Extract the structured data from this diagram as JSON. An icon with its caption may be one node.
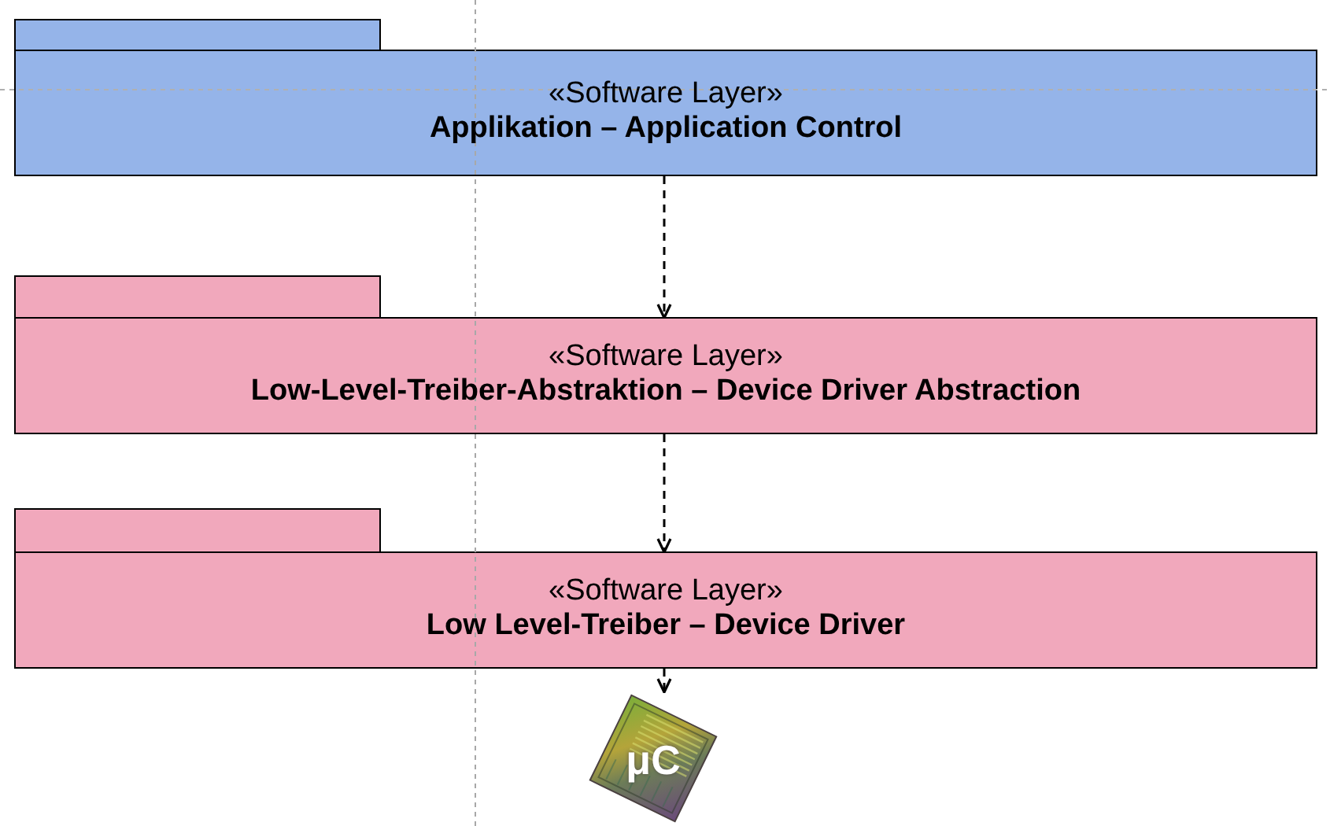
{
  "diagram": {
    "nodes": [
      {
        "text": [
          "«Software Layer»",
          "Applikation – Application Control"
        ]
      },
      {
        "text": [
          "«Software Layer»",
          "Low-Level-Treiber-Abstraktion – Device Driver Abstraction"
        ]
      },
      {
        "text": [
          "«Software Layer»",
          "Low Level-Treiber – Device Driver"
        ]
      },
      {
        "text": [
          "μC"
        ]
      }
    ],
    "edges": [
      {
        "from": 0,
        "to": 1,
        "arrow": "to",
        "style": "dashed"
      },
      {
        "from": 1,
        "to": 2,
        "arrow": "to",
        "style": "dashed"
      },
      {
        "from": 2,
        "to": 3,
        "arrow": "to",
        "style": "dashed"
      }
    ]
  }
}
